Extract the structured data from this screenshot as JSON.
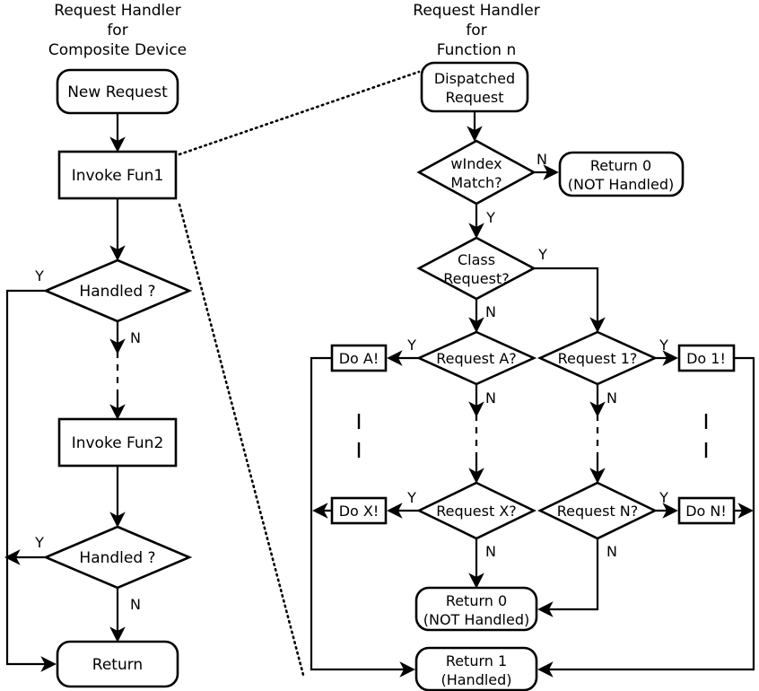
{
  "diagram": {
    "title_left_lines": [
      "Request Handler",
      "for",
      "Composite Device"
    ],
    "title_right_lines": [
      "Request Handler",
      "for",
      "Function n"
    ]
  },
  "left_flow": {
    "new_request": "New Request",
    "invoke_fun1": "Invoke Fun1",
    "handled_1": "Handled ?",
    "invoke_fun2": "Invoke Fun2",
    "handled_2": "Handled ?",
    "return": "Return",
    "labels": {
      "handled1_yes": "Y",
      "handled1_no": "N",
      "handled2_yes": "Y",
      "handled2_no": "N"
    }
  },
  "right_flow": {
    "dispatched_request_lines": [
      "Dispatched",
      "Request"
    ],
    "windex_match_lines": [
      "wIndex",
      "Match?"
    ],
    "return0_top_lines": [
      "Return 0",
      "(NOT Handled)"
    ],
    "class_request_lines": [
      "Class",
      "Request?"
    ],
    "request_a": "Request A?",
    "request_1": "Request 1?",
    "request_x": "Request X?",
    "request_n": "Request N?",
    "do_a": "Do A!",
    "do_1": "Do 1!",
    "do_x": "Do X!",
    "do_n": "Do N!",
    "return0_bottom_lines": [
      "Return 0",
      "(NOT Handled)"
    ],
    "return1_lines": [
      "Return 1",
      "(Handled)"
    ],
    "labels": {
      "windex_no": "N",
      "windex_yes": "Y",
      "class_yes": "Y",
      "class_no": "N",
      "req_a_yes": "Y",
      "req_a_no": "N",
      "req_1_yes": "Y",
      "req_1_no": "N",
      "req_x_yes": "Y",
      "req_x_no": "N",
      "req_n_yes": "Y",
      "req_n_no": "N"
    }
  },
  "colors": {
    "stroke": "#000000",
    "fill": "#ffffff"
  }
}
